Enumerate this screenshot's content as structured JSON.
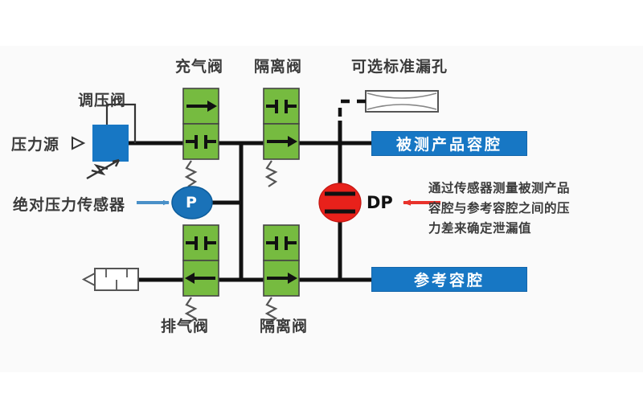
{
  "diagram": {
    "title_labels": {
      "fill_valve": "充气阀",
      "isolation_valve_top": "隔离阀",
      "optional_leak": "可选标准漏孔",
      "regulator": "调压阀",
      "pressure_source": "压力源",
      "abs_pressure_sensor": "绝对压力传感器",
      "exhaust_valve": "排气阀",
      "isolation_valve_bottom": "隔离阀"
    },
    "chambers": {
      "product": "被测产品容腔",
      "reference": "参考容腔"
    },
    "sensors": {
      "dp_label": "DP",
      "p_label": "P"
    },
    "annotation": {
      "line1": "通过传感器测量被测产品",
      "line2": "容腔与参考容腔之间的压",
      "line3": "力差来确定泄漏值"
    },
    "colors": {
      "valve_green": "#76bb40",
      "chamber_blue": "#1777c4",
      "source_blue": "#1777c4",
      "dp_red": "#e8211b",
      "p_blue": "#1a72b8",
      "line_black": "#111111",
      "text_gray": "#3b3b3b",
      "arrow_red": "#e8322b",
      "arrow_blue": "#4a90c8",
      "panel_bg": "#fafafa"
    }
  }
}
